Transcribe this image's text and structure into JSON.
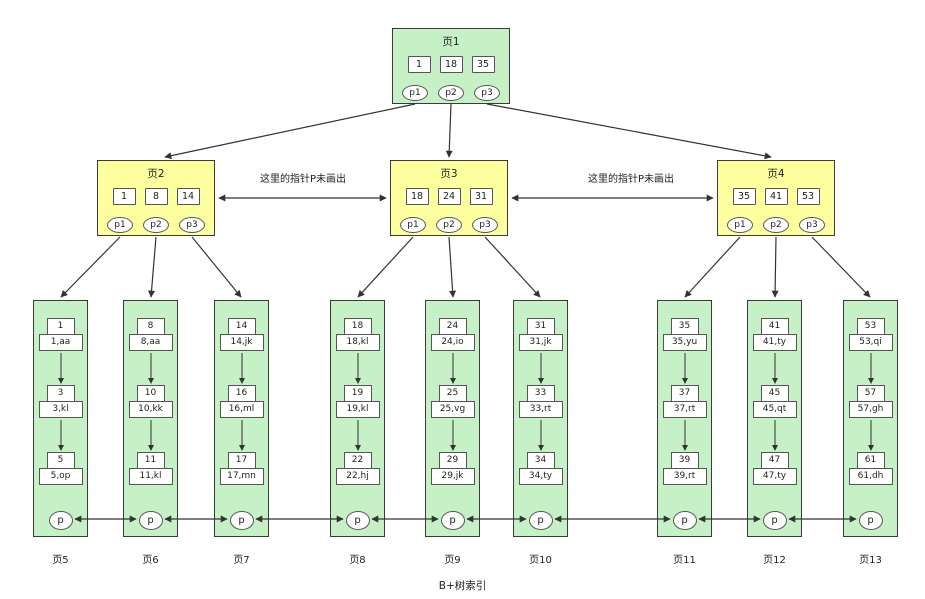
{
  "caption": "B+树索引",
  "annotation": "这里的指针P未画出",
  "root": {
    "label": "页1",
    "keys": [
      "1",
      "18",
      "35"
    ],
    "pointers": [
      "p1",
      "p2",
      "p3"
    ]
  },
  "internal_pages": [
    {
      "label": "页2",
      "keys": [
        "1",
        "8",
        "14"
      ],
      "pointers": [
        "p1",
        "p2",
        "p3"
      ]
    },
    {
      "label": "页3",
      "keys": [
        "18",
        "24",
        "31"
      ],
      "pointers": [
        "p1",
        "p2",
        "p3"
      ]
    },
    {
      "label": "页4",
      "keys": [
        "35",
        "41",
        "53"
      ],
      "pointers": [
        "p1",
        "p2",
        "p3"
      ]
    }
  ],
  "leaf_pages": [
    {
      "label": "页5",
      "pointer": "p",
      "entries": [
        {
          "key": "1",
          "value": "1,aa"
        },
        {
          "key": "3",
          "value": "3,kl"
        },
        {
          "key": "5",
          "value": "5,op"
        }
      ]
    },
    {
      "label": "页6",
      "pointer": "p",
      "entries": [
        {
          "key": "8",
          "value": "8,aa"
        },
        {
          "key": "10",
          "value": "10,kk"
        },
        {
          "key": "11",
          "value": "11,kl"
        }
      ]
    },
    {
      "label": "页7",
      "pointer": "p",
      "entries": [
        {
          "key": "14",
          "value": "14,jk"
        },
        {
          "key": "16",
          "value": "16,ml"
        },
        {
          "key": "17",
          "value": "17,mn"
        }
      ]
    },
    {
      "label": "页8",
      "pointer": "p",
      "entries": [
        {
          "key": "18",
          "value": "18,kl"
        },
        {
          "key": "19",
          "value": "19,kl"
        },
        {
          "key": "22",
          "value": "22,hj"
        }
      ]
    },
    {
      "label": "页9",
      "pointer": "p",
      "entries": [
        {
          "key": "24",
          "value": "24,io"
        },
        {
          "key": "25",
          "value": "25,vg"
        },
        {
          "key": "29",
          "value": "29,jk"
        }
      ]
    },
    {
      "label": "页10",
      "pointer": "p",
      "entries": [
        {
          "key": "31",
          "value": "31,jk"
        },
        {
          "key": "33",
          "value": "33,rt"
        },
        {
          "key": "34",
          "value": "34,ty"
        }
      ]
    },
    {
      "label": "页11",
      "pointer": "p",
      "entries": [
        {
          "key": "35",
          "value": "35,yu"
        },
        {
          "key": "37",
          "value": "37,rt"
        },
        {
          "key": "39",
          "value": "39,rt"
        }
      ]
    },
    {
      "label": "页12",
      "pointer": "p",
      "entries": [
        {
          "key": "41",
          "value": "41,ty"
        },
        {
          "key": "45",
          "value": "45,qt"
        },
        {
          "key": "47",
          "value": "47,ty"
        }
      ]
    },
    {
      "label": "页13",
      "pointer": "p",
      "entries": [
        {
          "key": "53",
          "value": "53,qi"
        },
        {
          "key": "57",
          "value": "57,gh"
        },
        {
          "key": "61",
          "value": "61,dh"
        }
      ]
    }
  ],
  "colors": {
    "leaf_fill": "#c6f0c6",
    "internal_fill": "#feff9e",
    "border_color": "#3a3a3a",
    "arrow_color": "#333333"
  }
}
